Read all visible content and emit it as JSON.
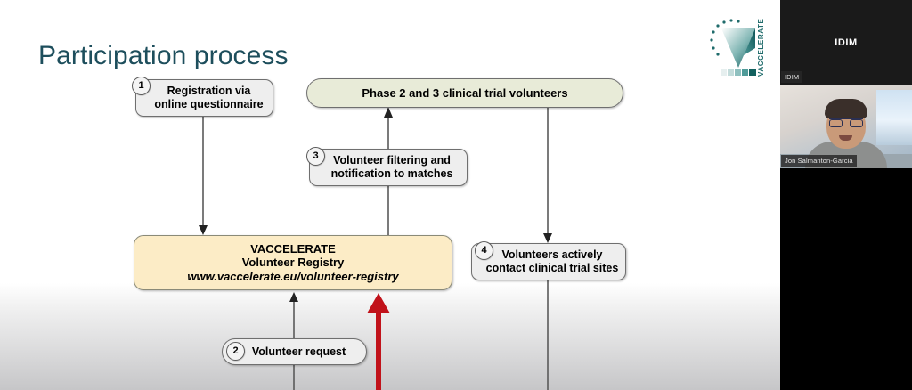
{
  "slide": {
    "title": "Participation process",
    "nodes": {
      "registration": {
        "badge": "1",
        "line1": "Registration via",
        "line2": "online questionnaire"
      },
      "phase": {
        "label": "Phase 2 and 3 clinical trial volunteers"
      },
      "filtering": {
        "badge": "3",
        "line1": "Volunteer filtering and",
        "line2": "notification to matches"
      },
      "registry": {
        "line1": "VACCELERATE",
        "line2": "Volunteer Registry",
        "url": "www.vaccelerate.eu/volunteer-registry"
      },
      "contact": {
        "badge": "4",
        "line1": "Volunteers actively",
        "line2": "contact clinical trial sites"
      },
      "request": {
        "badge": "2",
        "label": "Volunteer request"
      }
    },
    "logo": {
      "name": "vaccelerate-logo",
      "wordmark": "VACCELERATE",
      "letter": "V"
    },
    "colors": {
      "title": "#1D4E5C",
      "box_grey": "#EEEEEE",
      "box_green": "#E8EBD8",
      "box_cream": "#FCECC6",
      "arrow_highlight": "#C1121A",
      "connector": "#5A5A5A",
      "logo_teal": "#1F6B6B"
    }
  },
  "video_rail": {
    "tiles": [
      {
        "name": "screen-share-tile",
        "center_label": "IDIM",
        "participant": "IDIM"
      },
      {
        "name": "webcam-tile",
        "participant": "Jon Salmanton-Garcia"
      },
      {
        "name": "empty-tile",
        "participant": ""
      }
    ]
  }
}
